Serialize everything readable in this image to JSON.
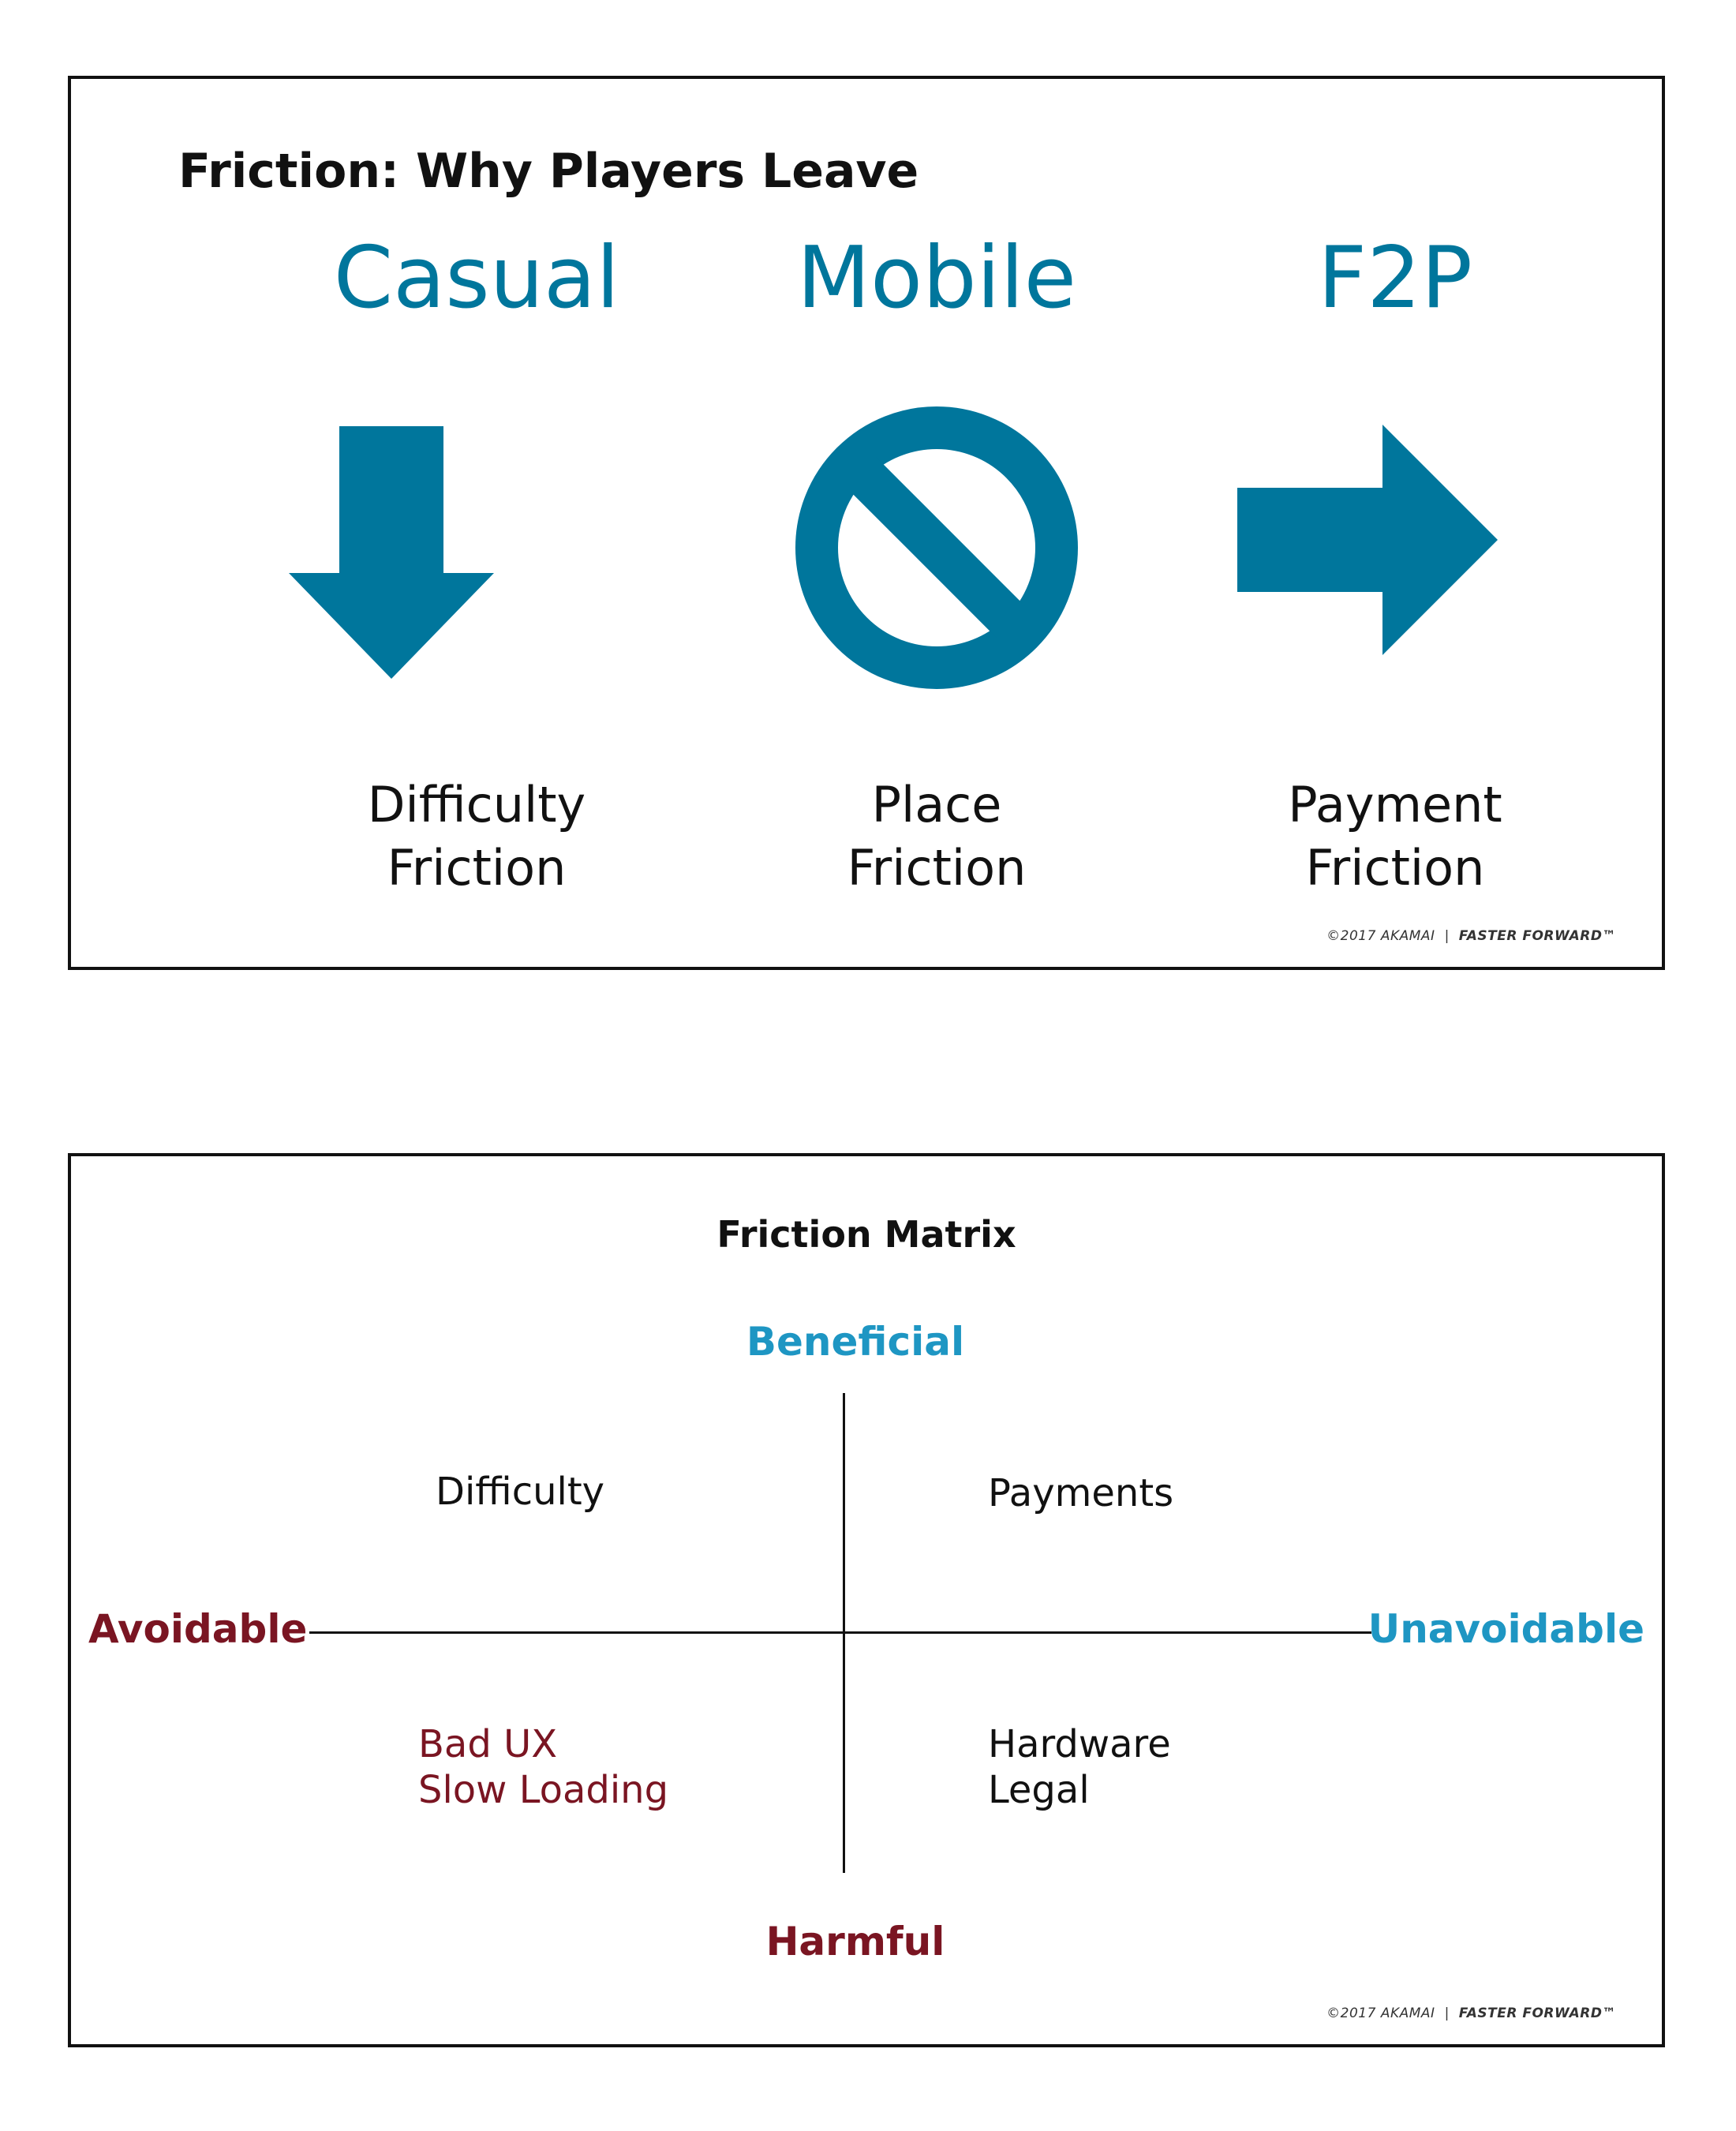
{
  "slide1": {
    "title": "Friction:  Why Players Leave",
    "columns": [
      {
        "heading": "Casual",
        "icon": "down-arrow-icon",
        "label_line1": "Difficulty",
        "label_line2": "Friction"
      },
      {
        "heading": "Mobile",
        "icon": "prohibited-icon",
        "label_line1": "Place",
        "label_line2": "Friction"
      },
      {
        "heading": "F2P",
        "icon": "right-arrow-icon",
        "label_line1": "Payment",
        "label_line2": "Friction"
      }
    ],
    "footer": {
      "copyright": "©2017 AKAMAI",
      "separator": "|",
      "brand": "FASTER FORWARD™"
    }
  },
  "slide2": {
    "title": "Friction Matrix",
    "axis": {
      "top": "Beneficial",
      "bottom": "Harmful",
      "left": "Avoidable",
      "right": "Unavoidable"
    },
    "quadrants": {
      "top_left": [
        "Difficulty"
      ],
      "top_right": [
        "Payments"
      ],
      "bottom_left": [
        "Bad UX",
        "Slow Loading"
      ],
      "bottom_right": [
        "Hardware",
        "Legal"
      ]
    },
    "footer": {
      "copyright": "©2017 AKAMAI",
      "separator": "|",
      "brand": "FASTER FORWARD™"
    }
  },
  "colors": {
    "teal": "#00769C",
    "beneficial_blue": "#1E96C3",
    "harmful_red": "#7A1522",
    "text": "#111111",
    "border": "#111111"
  }
}
